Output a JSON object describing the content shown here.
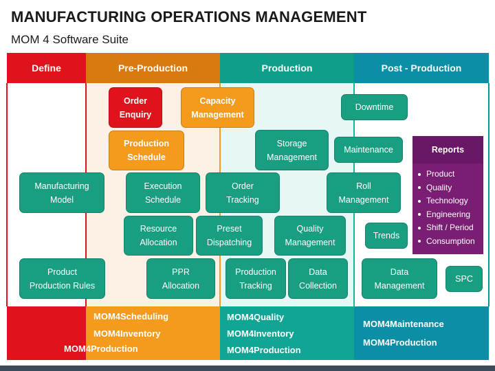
{
  "title": "MANUFACTURING OPERATIONS MANAGEMENT",
  "subtitle": "MOM 4 Software Suite",
  "columns": [
    {
      "label": "Define",
      "header_color": "#e0121b",
      "body_color": "#ffffff",
      "border_color": "#e0121b",
      "footer_color": "#e0121b"
    },
    {
      "label": "Pre-Production",
      "header_color": "#d87a10",
      "body_color": "#fdf0e4",
      "border_color": "#f49b1e",
      "footer_color": "#f49b1e"
    },
    {
      "label": "Production",
      "header_color": "#0f9e8a",
      "body_color": "#e6f7f6",
      "border_color": "#1ab3a3",
      "footer_color": "#10a594"
    },
    {
      "label": "Post - Production",
      "header_color": "#0b8fa6",
      "body_color": "#ffffff",
      "border_color": "#0b8fa6",
      "footer_color": "#0b8fa6"
    }
  ],
  "footer": {
    "pre": [
      "MOM4Scheduling",
      "MOM4Inventory"
    ],
    "define": "MOM4Production",
    "production": [
      "MOM4Quality",
      "MOM4Inventory",
      "MOM4Production"
    ],
    "post": [
      "MOM4Maintenance",
      "MOM4Production"
    ]
  },
  "boxes": {
    "order_enquiry": [
      "Order",
      "Enquiry"
    ],
    "capacity_management": [
      "Capacity",
      "Management"
    ],
    "production_schedule": [
      "Production",
      "Schedule"
    ],
    "manufacturing_model": [
      "Manufacturing",
      "Model"
    ],
    "execution_schedule": [
      "Execution",
      "Schedule"
    ],
    "resource_allocation": [
      "Resource",
      "Allocation"
    ],
    "product_production_rules": [
      "Product",
      "Production Rules"
    ],
    "ppr_allocation": [
      "PPR",
      "Allocation"
    ],
    "storage_management": [
      "Storage",
      "Management"
    ],
    "order_tracking": [
      "Order",
      "Tracking"
    ],
    "preset_dispatching": [
      "Preset",
      "Dispatching"
    ],
    "quality_management": [
      "Quality",
      "Management"
    ],
    "production_tracking": [
      "Production",
      "Tracking"
    ],
    "data_collection": [
      "Data",
      "Collection"
    ],
    "downtime": "Downtime",
    "maintenance": "Maintenance",
    "roll_management": [
      "Roll",
      "Management"
    ],
    "trends": "Trends",
    "data_management": [
      "Data",
      "Management"
    ],
    "spc": "SPC"
  },
  "reports": {
    "title": "Reports",
    "items": [
      "Product",
      "Quality",
      "Technology",
      "Engineering",
      "Shift / Period",
      "Consumption"
    ]
  },
  "colors": {
    "teal_box": "#1a9e82",
    "orange_box": "#f49b1e",
    "red_box": "#e0121b",
    "reports_bg": "#7a1e74"
  }
}
